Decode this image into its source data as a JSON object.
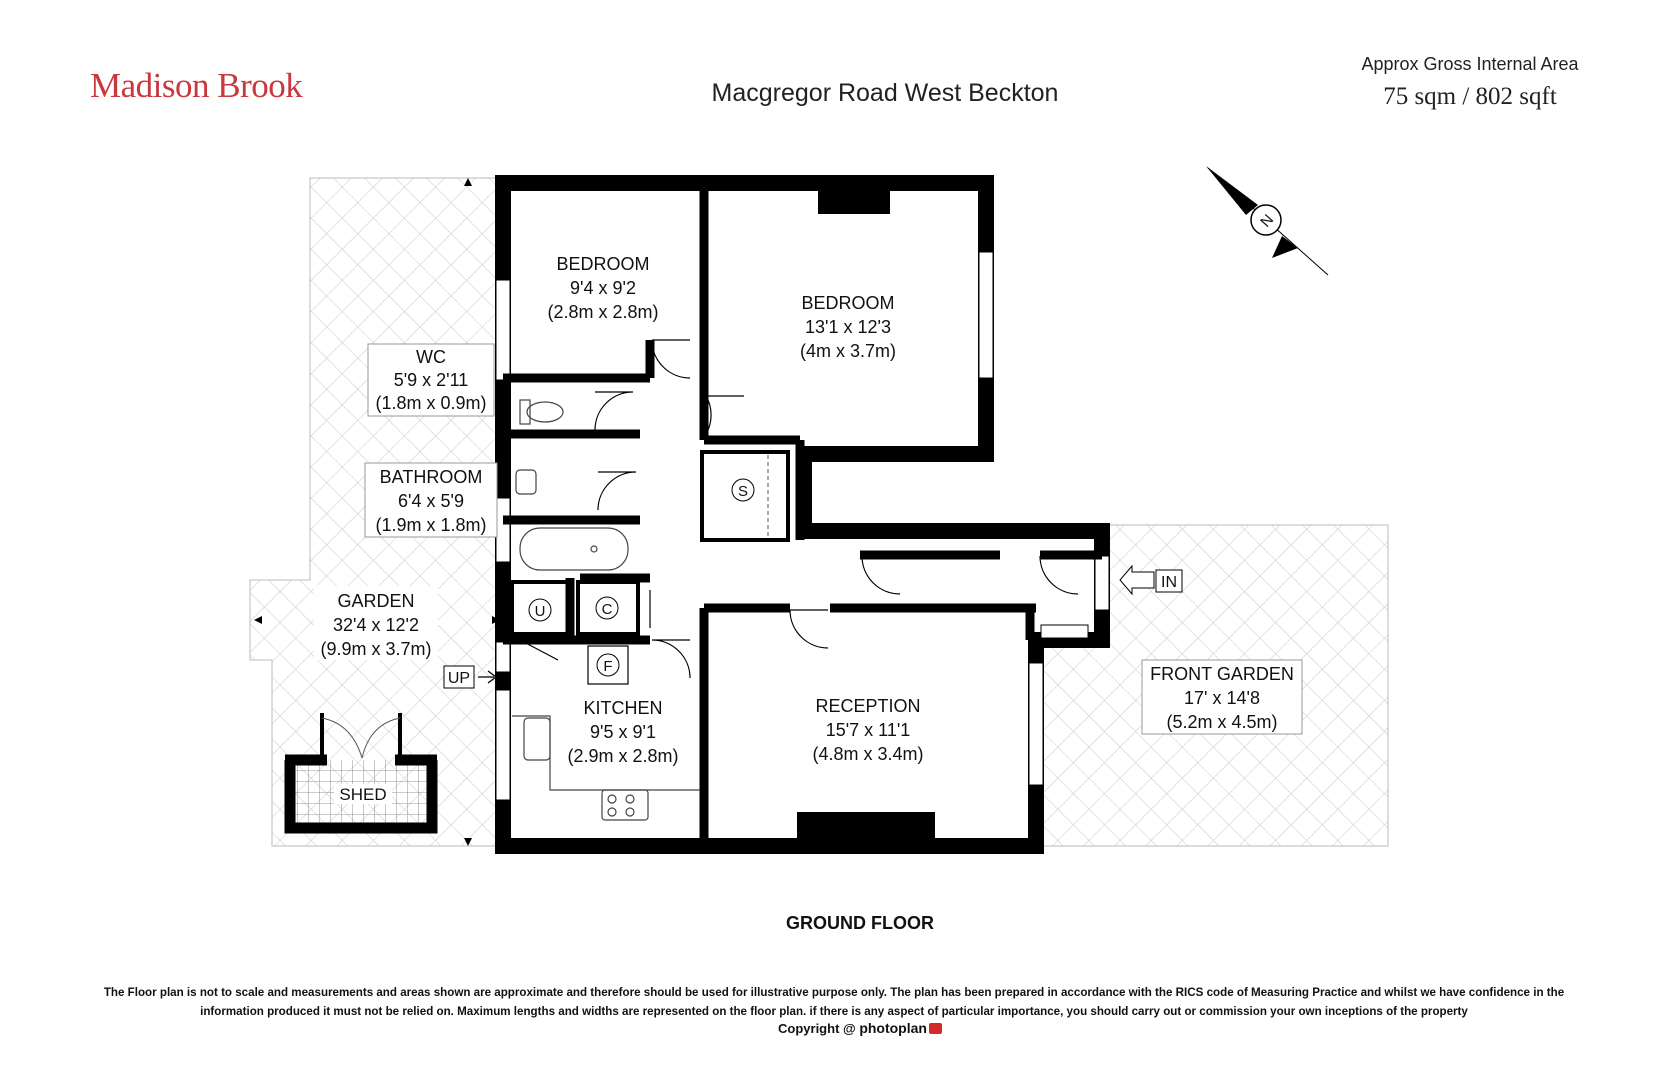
{
  "header": {
    "brand": "Madison Brook",
    "address": "Macgregor Road West Beckton",
    "area_label": "Approx Gross Internal Area",
    "area_value": "75 sqm / 802 sqft"
  },
  "compass": {
    "label": "N"
  },
  "rooms": {
    "bedroom1": {
      "name": "BEDROOM",
      "imperial": "9'4 x 9'2",
      "metric": "(2.8m x 2.8m)"
    },
    "bedroom2": {
      "name": "BEDROOM",
      "imperial": "13'1 x 12'3",
      "metric": "(4m x 3.7m)"
    },
    "wc": {
      "name": "WC",
      "imperial": "5'9 x 2'11",
      "metric": "(1.8m x 0.9m)"
    },
    "bathroom": {
      "name": "BATHROOM",
      "imperial": "6'4 x 5'9",
      "metric": "(1.9m x 1.8m)"
    },
    "garden": {
      "name": "GARDEN",
      "imperial": "32'4 x 12'2",
      "metric": "(9.9m x 3.7m)"
    },
    "kitchen": {
      "name": "KITCHEN",
      "imperial": "9'5 x 9'1",
      "metric": "(2.9m x 2.8m)"
    },
    "reception": {
      "name": "RECEPTION",
      "imperial": "15'7 x 11'1",
      "metric": "(4.8m x 3.4m)"
    },
    "front_garden": {
      "name": "FRONT GARDEN",
      "imperial": "17' x 14'8",
      "metric": "(5.2m x 4.5m)"
    },
    "shed": {
      "name": "SHED"
    }
  },
  "symbols": {
    "store": "S",
    "utility": "U",
    "cupboard": "C",
    "fridge": "F"
  },
  "markers": {
    "up": "UP",
    "entrance": "IN"
  },
  "footer": {
    "floor_title": "GROUND FLOOR",
    "disclaimer": "The Floor plan is not to scale and measurements and areas shown are approximate and therefore should be used for illustrative purpose only. The plan has been prepared in accordance with the RICS code of Measuring Practice and whilst we have confidence in the information produced it must not be relied on. Maximum  lengths and widths are represented on the floor plan. if there is any aspect of particular importance, you should carry out or commission your own inceptions of the property",
    "copyright": "Copyright @",
    "copyright_brand": "photoplan"
  },
  "colors": {
    "brand": "#c8383f",
    "wall": "#000000",
    "hatch": "#c9c9c9"
  }
}
